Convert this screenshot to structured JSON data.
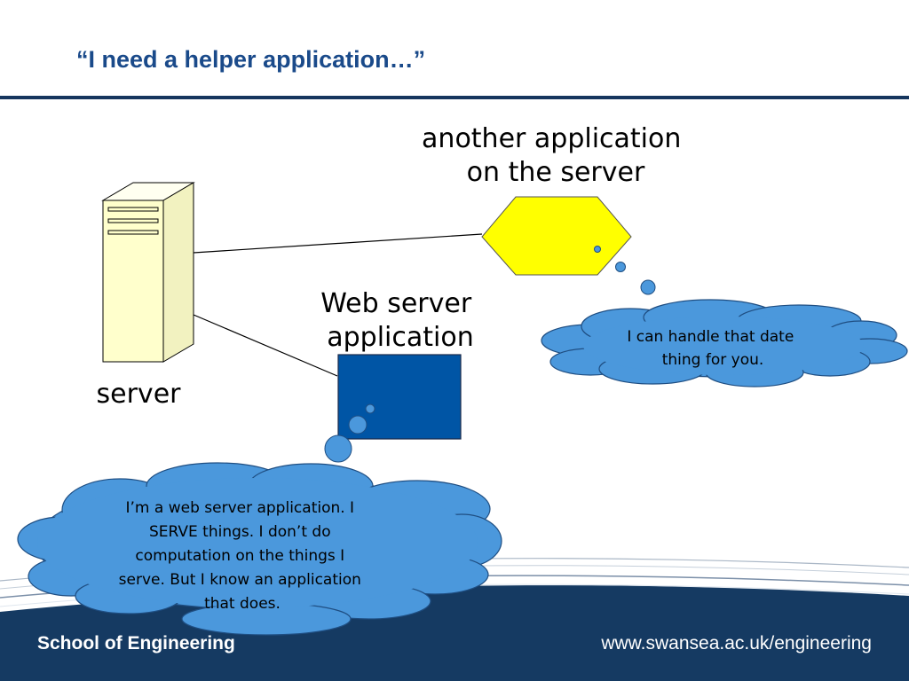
{
  "title": "“I need a helper application…”",
  "labels": {
    "server": "server",
    "web_server_app": [
      "Web server",
      "application"
    ],
    "other_app": [
      "another application",
      "on the server"
    ]
  },
  "bubbles": {
    "helper_app": [
      "I can handle that date",
      "thing for you."
    ],
    "web_server_app": [
      "I’m a web server application. I",
      "SERVE things. I don’t do",
      "computation on the things I",
      "serve. But I know an application",
      "that does."
    ]
  },
  "footer": {
    "school": "School of Engineering",
    "url": "www.swansea.ac.uk/engineering"
  },
  "colors": {
    "title": "#1a4a8a",
    "rule": "#16365e",
    "footer_band": "#153a62",
    "server_fill": "#ffffcc",
    "hexagon_fill": "#ffff00",
    "web_app_box": "#0055a5",
    "bubble_fill": "#4b98dc"
  }
}
